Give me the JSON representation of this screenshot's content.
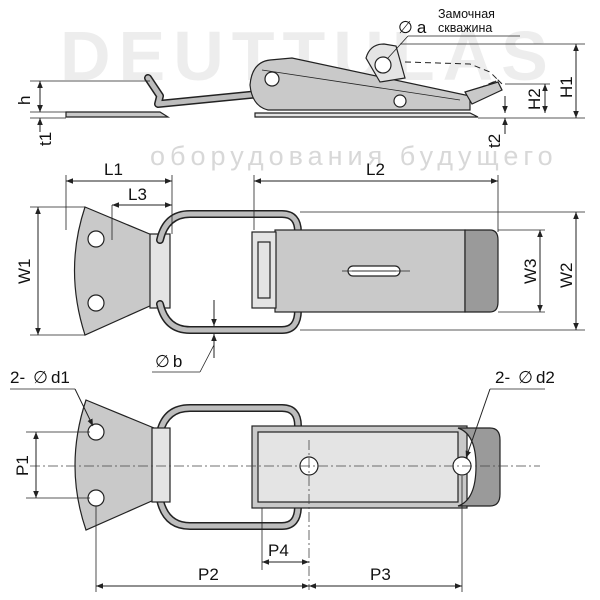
{
  "watermark": "оборудования будущего",
  "label_keyhole": [
    "Замочная",
    "скважина"
  ],
  "labels": {
    "a": "a",
    "h": "h",
    "t1": "t1",
    "t2": "t2",
    "H1": "H1",
    "H2": "H2",
    "L1": "L1",
    "L2": "L2",
    "L3": "L3",
    "W1": "W1",
    "W2": "W2",
    "W3": "W3",
    "b": "b",
    "d1_prefix": "2-",
    "d1": "d1",
    "d2_prefix": "2-",
    "d2": "d2",
    "P1": "P1",
    "P2": "P2",
    "P3": "P3",
    "P4": "P4"
  },
  "diameter_symbol": "∅",
  "colors": {
    "metal": "#c9c9c9",
    "metal_dark": "#9a9a9a",
    "line": "#222222",
    "watermark": "#d8d8d8"
  }
}
